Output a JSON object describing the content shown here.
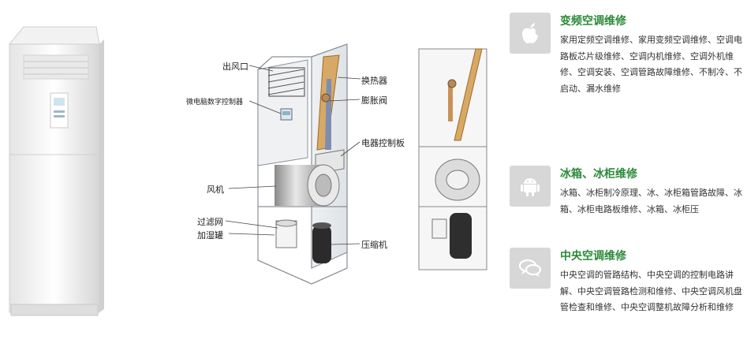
{
  "diagram": {
    "labels": {
      "outlet": "出风口",
      "controller": "微电脑数字控制器",
      "fan": "风机",
      "filter": "过滤网",
      "humidifier": "加湿罐",
      "heat_exchanger": "换热器",
      "expansion_valve": "膨胀阀",
      "control_board": "电器控制板",
      "compressor": "压缩机"
    }
  },
  "services": [
    {
      "icon": "apple-icon",
      "title": "变频空调维修",
      "desc": "家用定频空调维修、家用变频空调维修、空调电路板芯片级维修、空调内机维修、空调外机维修、空调安装、空调管路故障维修、不制冷、不启动、漏水维修"
    },
    {
      "icon": "android-icon",
      "title": "冰箱、冰柜维修",
      "desc": "冰箱、冰柜制冷原理、冰、冰柜箱管路故障、冰箱、冰柜电路板维修、冰箱、冰柜压"
    },
    {
      "icon": "chat-bubbles-icon",
      "title": "中央空调维修",
      "desc": "中央空调的管路结构、中央空调的控制电路讲解、中央空调管路检测和维修、中央空调风机盘管检查和维修、中央空调整机故障分析和维修"
    }
  ]
}
